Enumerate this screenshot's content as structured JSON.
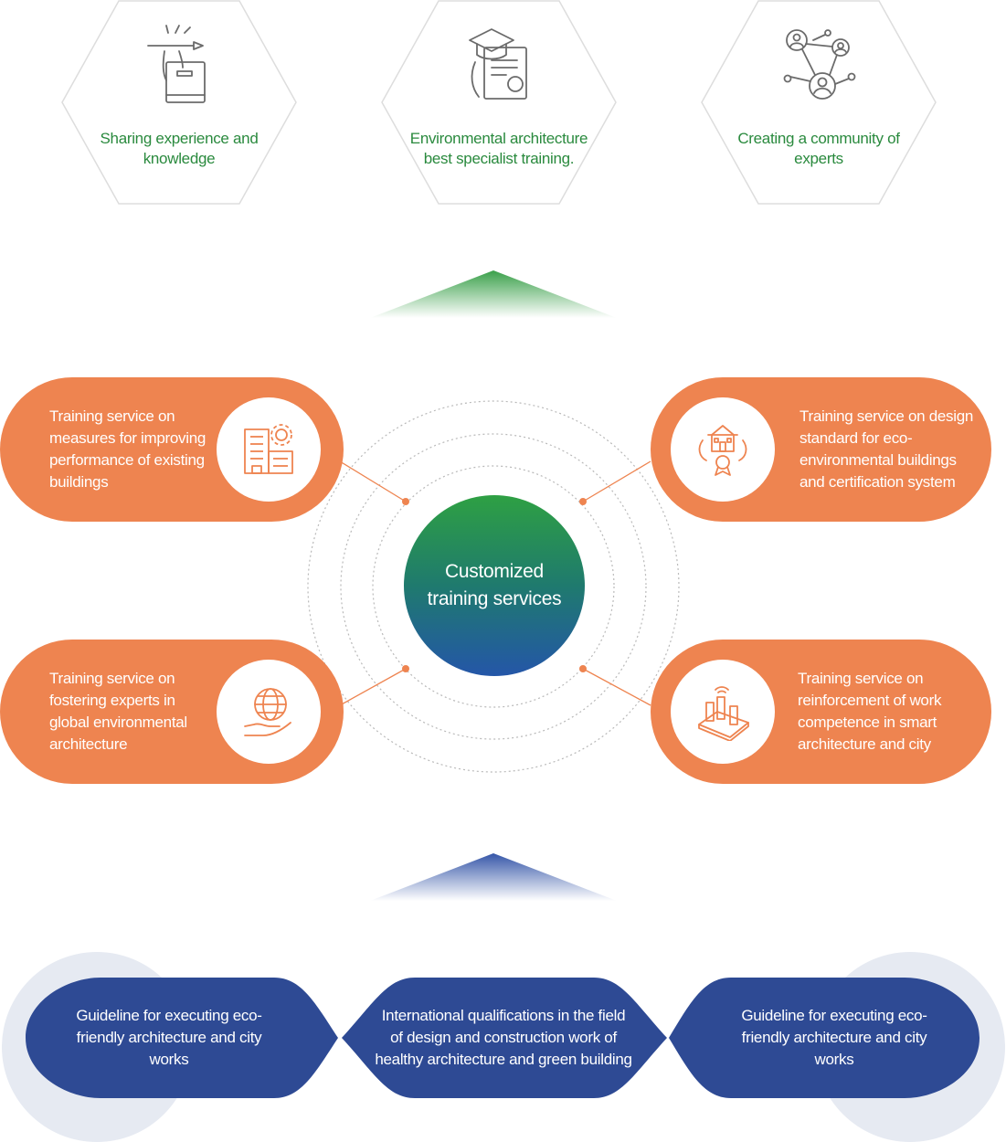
{
  "goals": [
    {
      "text": "Sharing experience and knowledge",
      "icon": "book-pencil-icon"
    },
    {
      "text": "Environmental architecture best specialist training.",
      "icon": "certificate-icon"
    },
    {
      "text": "Creating a community of experts",
      "icon": "network-people-icon"
    }
  ],
  "services": [
    {
      "text": "Training service on measures for improving performance of existing buildings",
      "icon": "building-gear-icon"
    },
    {
      "text": "Training service on design standard for eco-environmental buildings and certification system",
      "icon": "house-award-icon"
    },
    {
      "text": "Training service on fostering experts in global environmental architecture",
      "icon": "globe-hand-icon"
    },
    {
      "text": "Training service on reinforcement of work competence in smart architecture and city",
      "icon": "smart-city-icon"
    }
  ],
  "center": {
    "line1": "Customized",
    "line2": "training services"
  },
  "foundation": [
    {
      "text": "Guideline for executing eco-friendly architecture and city works"
    },
    {
      "text": "International qualifications in the field of design and construction work of healthy architecture and green building"
    },
    {
      "text": "Guideline for executing eco-friendly architecture and city works"
    }
  ],
  "colors": {
    "green_text": "#2a8a3e",
    "orange": "#ee8450",
    "navy": "#2e4a94",
    "hex_border": "#dddddd",
    "halo": "#e6eaf2"
  }
}
